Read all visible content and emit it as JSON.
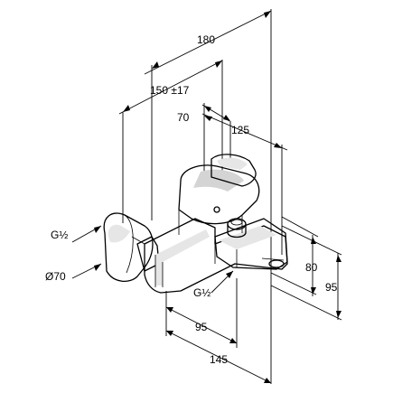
{
  "dimensions": {
    "overall_width": "180",
    "centre_distance": "150 ±17",
    "handle_offset": "70",
    "spout_depth": "125",
    "thread_left": "G½",
    "rosette_diameter": "Ø70",
    "thread_bottom": "G½",
    "outlet_height_80": "80",
    "outlet_height_95": "95",
    "spout_length_95": "95",
    "spout_length_145": "145"
  },
  "colors": {
    "line": "#000000",
    "fill": "#ffffff",
    "shade": "#e6e6e6"
  }
}
